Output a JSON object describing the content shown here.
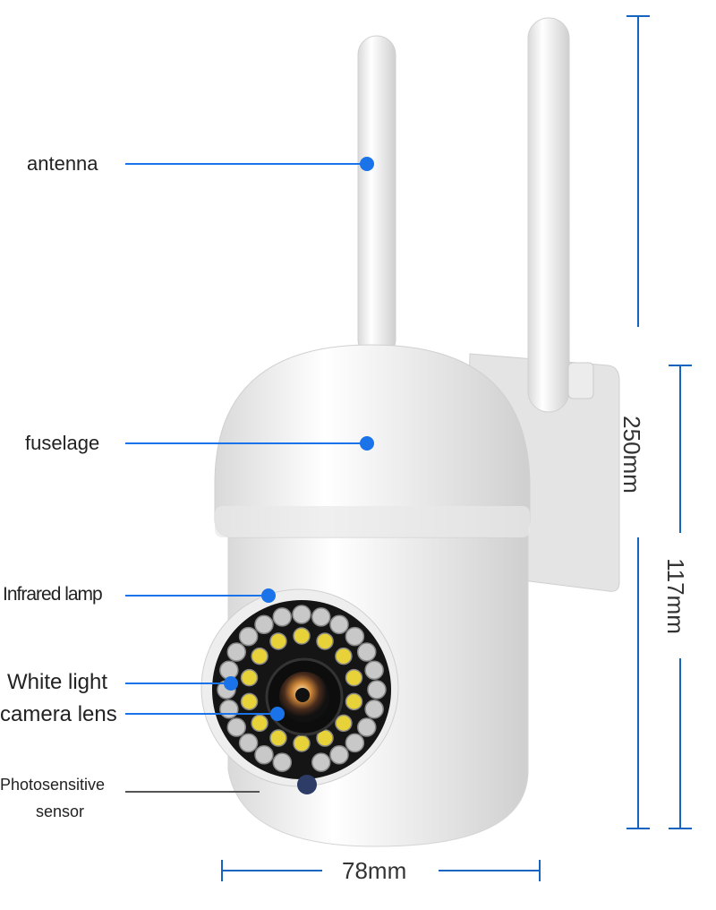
{
  "labels": {
    "antenna": "antenna",
    "fuselage": "fuselage",
    "infrared_lamp": "Infrared lamp",
    "white_light": "White light",
    "camera_lens": "camera lens",
    "photosensitive_line1": "Photosensitive",
    "photosensitive_line2": "sensor"
  },
  "dimensions": {
    "total_height": "250mm",
    "body_height": "117mm",
    "width": "78mm"
  },
  "colors": {
    "callout": "#1a73e8",
    "dimension": "#1565c0",
    "led_yellow": "#e8d23a",
    "led_gray": "#c8c8c8"
  }
}
